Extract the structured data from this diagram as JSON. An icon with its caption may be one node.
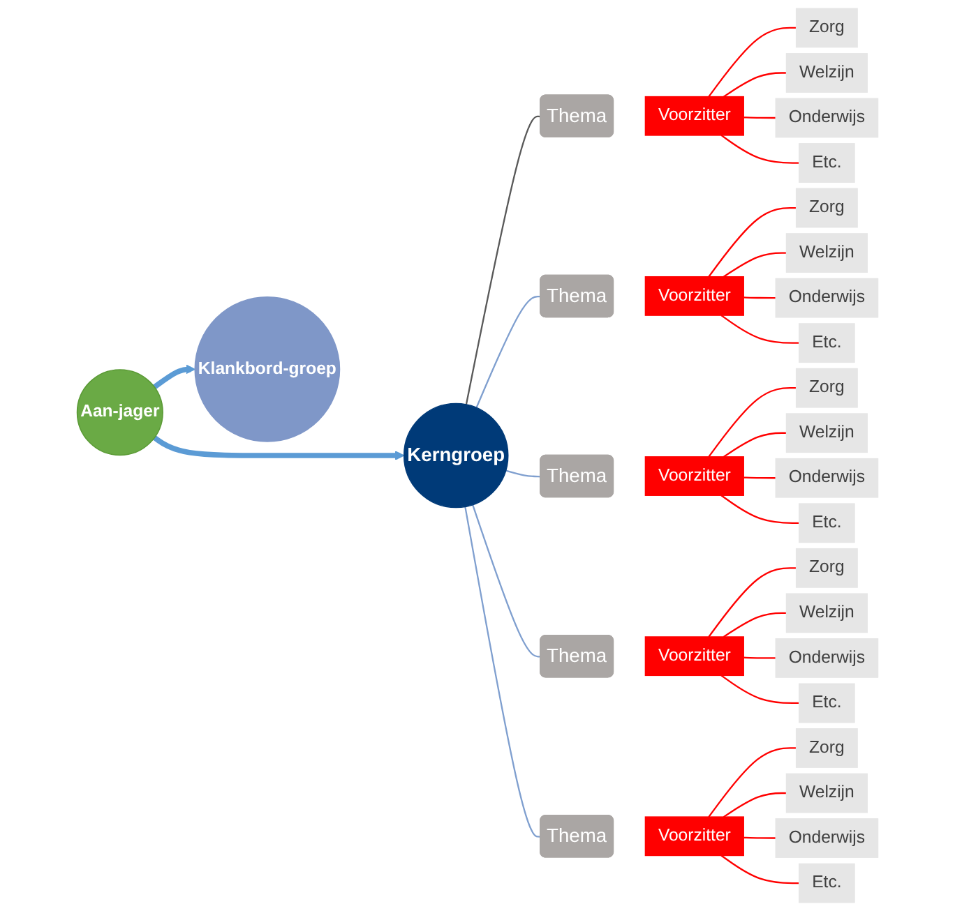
{
  "diagram": {
    "nodes": [
      {
        "text": [
          "Klankbord-groep"
        ]
      },
      {
        "text": [
          "Aan-jager"
        ]
      },
      {
        "text": [
          "Kerngroep"
        ]
      },
      {
        "text": [
          "Thema"
        ]
      },
      {
        "text": [
          "Voorzitter"
        ]
      },
      {
        "text": [
          "Zorg"
        ]
      },
      {
        "text": [
          "Welzijn"
        ]
      },
      {
        "text": [
          "Onderwijs"
        ]
      },
      {
        "text": [
          "Etc."
        ]
      },
      {
        "text": [
          "Thema"
        ]
      },
      {
        "text": [
          "Voorzitter"
        ]
      },
      {
        "text": [
          "Zorg"
        ]
      },
      {
        "text": [
          "Welzijn"
        ]
      },
      {
        "text": [
          "Onderwijs"
        ]
      },
      {
        "text": [
          "Etc."
        ]
      },
      {
        "text": [
          "Thema"
        ]
      },
      {
        "text": [
          "Voorzitter"
        ]
      },
      {
        "text": [
          "Zorg"
        ]
      },
      {
        "text": [
          "Welzijn"
        ]
      },
      {
        "text": [
          "Onderwijs"
        ]
      },
      {
        "text": [
          "Etc."
        ]
      },
      {
        "text": [
          "Thema"
        ]
      },
      {
        "text": [
          "Voorzitter"
        ]
      },
      {
        "text": [
          "Zorg"
        ]
      },
      {
        "text": [
          "Welzijn"
        ]
      },
      {
        "text": [
          "Onderwijs"
        ]
      },
      {
        "text": [
          "Etc."
        ]
      },
      {
        "text": [
          "Thema"
        ]
      },
      {
        "text": [
          "Voorzitter"
        ]
      },
      {
        "text": [
          "Zorg"
        ]
      },
      {
        "text": [
          "Welzijn"
        ]
      },
      {
        "text": [
          "Onderwijs"
        ]
      },
      {
        "text": [
          "Etc."
        ]
      }
    ],
    "edges": [
      {
        "from": 1,
        "to": 0,
        "arrow": "to",
        "style": "thick",
        "color": "#5b9bd5"
      },
      {
        "from": 1,
        "to": 2,
        "arrow": "to",
        "style": "thick",
        "color": "#5b9bd5"
      },
      {
        "from": 2,
        "to": 3,
        "arrow": "none",
        "color": "#595959"
      },
      {
        "from": 2,
        "to": 9,
        "arrow": "none",
        "color": "#7f9fcf"
      },
      {
        "from": 2,
        "to": 15,
        "arrow": "none",
        "color": "#7f9fcf"
      },
      {
        "from": 2,
        "to": 21,
        "arrow": "none",
        "color": "#7f9fcf"
      },
      {
        "from": 2,
        "to": 27,
        "arrow": "none",
        "color": "#7f9fcf"
      },
      {
        "from": 4,
        "to": 5,
        "arrow": "none"
      },
      {
        "from": 4,
        "to": 6,
        "arrow": "none"
      },
      {
        "from": 4,
        "to": 7,
        "arrow": "none"
      },
      {
        "from": 4,
        "to": 8,
        "arrow": "none"
      },
      {
        "from": 10,
        "to": 11,
        "arrow": "none"
      },
      {
        "from": 10,
        "to": 12,
        "arrow": "none"
      },
      {
        "from": 10,
        "to": 13,
        "arrow": "none"
      },
      {
        "from": 10,
        "to": 14,
        "arrow": "none"
      },
      {
        "from": 16,
        "to": 17,
        "arrow": "none"
      },
      {
        "from": 16,
        "to": 18,
        "arrow": "none"
      },
      {
        "from": 16,
        "to": 19,
        "arrow": "none"
      },
      {
        "from": 16,
        "to": 20,
        "arrow": "none"
      },
      {
        "from": 22,
        "to": 23,
        "arrow": "none"
      },
      {
        "from": 22,
        "to": 24,
        "arrow": "none"
      },
      {
        "from": 22,
        "to": 25,
        "arrow": "none"
      },
      {
        "from": 22,
        "to": 26,
        "arrow": "none"
      },
      {
        "from": 28,
        "to": 29,
        "arrow": "none"
      },
      {
        "from": 28,
        "to": 30,
        "arrow": "none"
      },
      {
        "from": 28,
        "to": 31,
        "arrow": "none"
      },
      {
        "from": 28,
        "to": 32,
        "arrow": "none"
      }
    ]
  }
}
